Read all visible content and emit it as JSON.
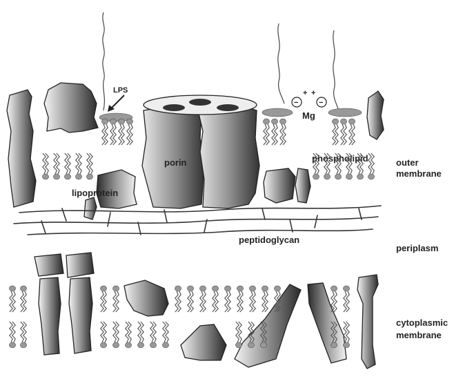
{
  "labels": {
    "lps": "LPS",
    "mg": "Mg",
    "porin": "porin",
    "phospholipid": "phospholipid",
    "lipoprotein": "lipoprotein",
    "outer_membrane_line1": "outer",
    "outer_membrane_line2": "membrane",
    "peptidoglycan": "peptidoglycan",
    "periplasm": "periplasm",
    "cytoplasmic_membrane_line1": "cytoplasmic",
    "cytoplasmic_membrane_line2": "membrane",
    "plus": "+",
    "minus": "−"
  },
  "colors": {
    "protein_dark": "#2a2a2a",
    "protein_light": "#f2f2f2",
    "lipid_head": "#9a9a9a",
    "line": "#333333"
  }
}
